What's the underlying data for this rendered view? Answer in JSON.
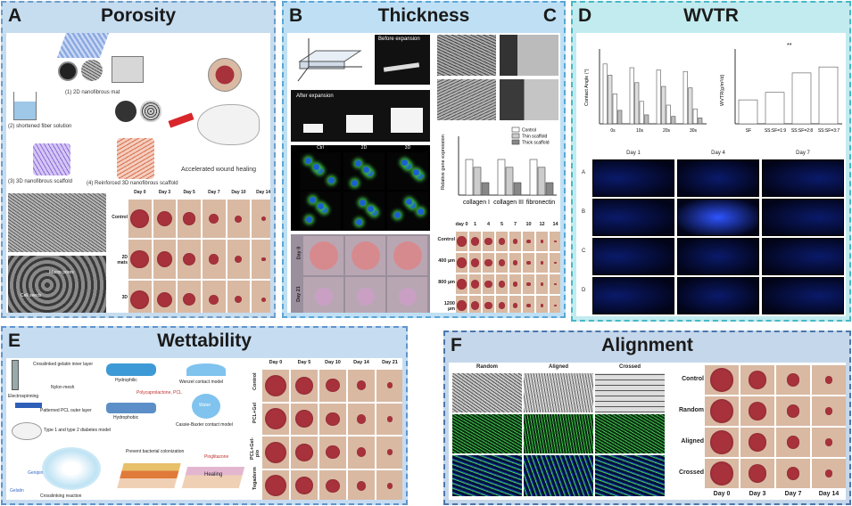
{
  "panels": {
    "a": {
      "letter": "A",
      "title": "Porosity",
      "border": "#6e9ec9",
      "bg": "#c6dcef",
      "labels": {
        "s1": "(1) 2D nanofibrous mat",
        "s2": "(2) shortened fiber solution",
        "s3": "(3) 3D nanofibrous scaffold",
        "s4": "(4) Reinforced 3D nanofibrous scaffold",
        "heal": "Accelerated wound healing",
        "days": [
          "Day 0",
          "Day 3",
          "Day 5",
          "Day 7",
          "Day 10",
          "Day 14"
        ],
        "rows": [
          "Control",
          "2D mats",
          "3D"
        ],
        "macro": "Macro pores",
        "cells": "Cell seeds"
      }
    },
    "b": {
      "letter": "B",
      "title": "Thickness",
      "letter2": "C",
      "border": "#5aa6d8",
      "bg": "#bfe0f4",
      "labels": {
        "before": "Before expansion",
        "after": "After expansion",
        "scaf": [
          "Ctrl",
          "2D",
          "3D"
        ],
        "d0": "Day 0",
        "d21": "Day 21",
        "legend": [
          "Control",
          "Thin scaffold",
          "Thick scaffold"
        ],
        "ylabel": "Relative gene expression",
        "genes": [
          "collagen I",
          "collagen III",
          "fibronectin"
        ],
        "days": [
          "day 0",
          "1",
          "4",
          "5",
          "7",
          "10",
          "12",
          "14"
        ],
        "rows": [
          "Control",
          "400 µm",
          "800 µm",
          "1200 µm"
        ]
      }
    },
    "d": {
      "letter": "D",
      "title": "WVTR",
      "border": "#48b8c6",
      "bg": "#c2ebef",
      "labels": {
        "ylab1": "Contact Angle (°)",
        "ylab2": "WVTR(g/m²/d)",
        "xcat1": [
          "0s",
          "10s",
          "20s",
          "30s"
        ],
        "xcat2": [
          "SF",
          "SS:SF=1:9",
          "SS:SF=2:8",
          "SS:SF=3:7"
        ],
        "days": [
          "Day 1",
          "Day 4",
          "Day 7"
        ],
        "rows": [
          "A",
          "B",
          "C",
          "D"
        ],
        "sig": "**"
      }
    },
    "e": {
      "letter": "E",
      "title": "Wettability",
      "border": "#5f95cd",
      "bg": "#c6dcf1",
      "labels": {
        "electro": "Electrospinning",
        "inner": "Crosslinked gelatin inner layer",
        "nylon": "Nylon mesh",
        "outer": "Patterned PCL outer layer",
        "diab": "Type 1 and type 2 diabetes model",
        "hphil": "Hydrophilic",
        "hphob": "Hydrophobic",
        "wenzel": "Wenzel contact model",
        "cassie": "Cassie-Baxter contact model",
        "pcl": "Polycaprolactone, PCL",
        "water": "Water",
        "gelatin": "Gelatin",
        "genipin": "Genipin",
        "xlink": "Crosslinking reaction",
        "bact": "Prevent bacterial colonization",
        "pio": "Pioglitazone",
        "heal": "Healing",
        "days": [
          "Day 0",
          "Day 5",
          "Day 10",
          "Day 14",
          "Day 21"
        ],
        "rows": [
          "Control",
          "PCL+Gel",
          "PCL+Gel-pio",
          "Tegaderm"
        ]
      }
    },
    "f": {
      "letter": "F",
      "title": "Alignment",
      "border": "#4a76ad",
      "bg": "#c5d7ea",
      "labels": {
        "cols": [
          "Random",
          "Aligned",
          "Crossed"
        ],
        "rows": [
          "Control",
          "Random",
          "Aligned",
          "Crossed"
        ],
        "days": [
          "Day 0",
          "Day 3",
          "Day 7",
          "Day 14"
        ]
      }
    }
  },
  "colors": {
    "wound": "#a8323c",
    "skin": "#d9b9a2",
    "sem": "#8a8a8a",
    "fluor": "#1d5fd1",
    "green": "#3fc24a"
  }
}
